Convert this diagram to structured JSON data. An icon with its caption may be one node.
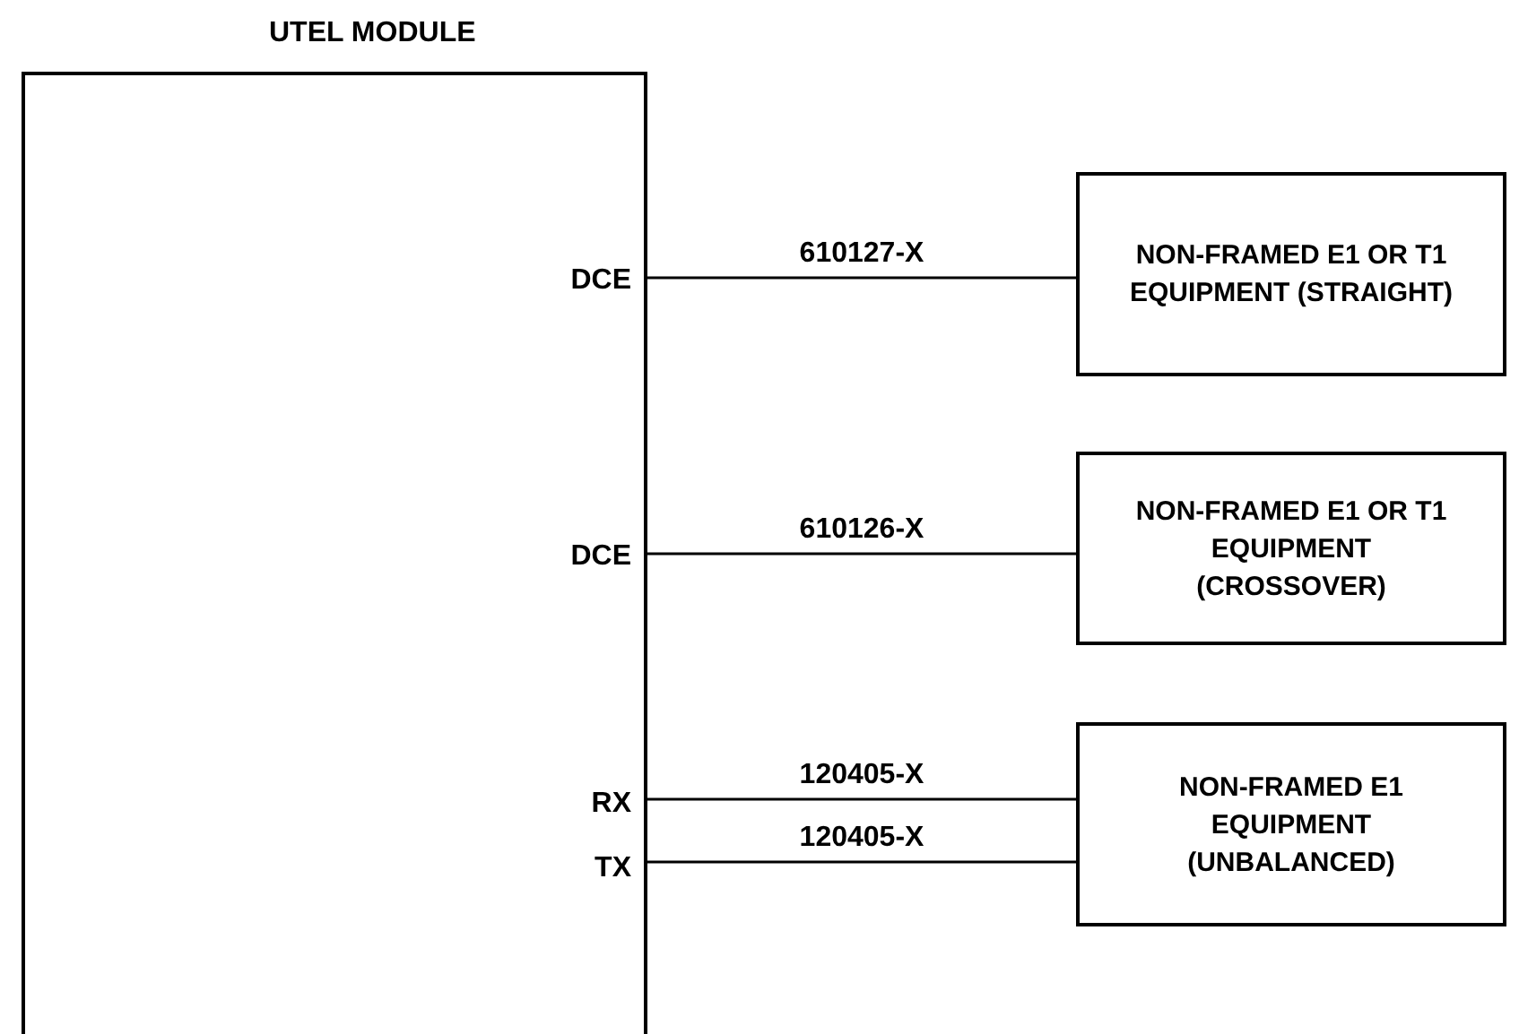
{
  "diagram": {
    "nodes": [
      {
        "text": [
          "UTEL MODULE"
        ]
      },
      {
        "text": [
          "NON-FRAMED E1 OR T1 EQUIPMENT (STRAIGHT)"
        ]
      },
      {
        "text": [
          "NON-FRAMED E1 OR T1 EQUIPMENT (CROSSOVER)"
        ]
      },
      {
        "text": [
          "NON-FRAMED E1 EQUIPMENT (UNBALANCED)"
        ]
      }
    ],
    "edges": [
      {
        "from": 0,
        "to": 1,
        "arrow": "none",
        "label": "610127-X"
      },
      {
        "from": 0,
        "to": 2,
        "arrow": "none",
        "label": "610126-X"
      },
      {
        "from": 0,
        "to": 3,
        "arrow": "none",
        "label": "120405-X"
      },
      {
        "from": 0,
        "to": 3,
        "arrow": "none",
        "label": "120405-X"
      }
    ],
    "labels": [
      "DCE",
      "DCE",
      "RX",
      "TX"
    ]
  }
}
